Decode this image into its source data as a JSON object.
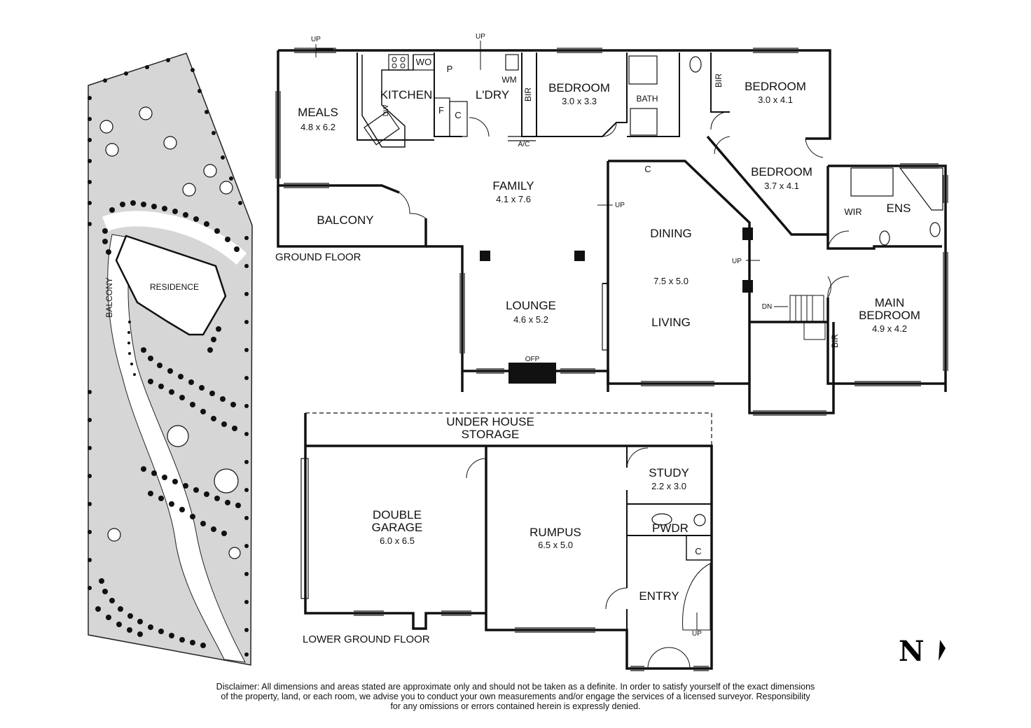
{
  "site_plan": {
    "residence_label": "RESIDENCE",
    "balcony_label": "BALCONY"
  },
  "ground_floor": {
    "floor_label": "GROUND FLOOR",
    "rooms": {
      "meals": {
        "name": "MEALS",
        "dim": "4.8 x 6.2"
      },
      "kitchen": {
        "name": "KITCHEN"
      },
      "laundry": {
        "name": "L'DRY"
      },
      "bedroom_2": {
        "name": "BEDROOM",
        "dim": "3.0 x 3.3"
      },
      "bath": {
        "name": "BATH"
      },
      "bedroom_3": {
        "name": "BEDROOM",
        "dim": "3.0 x 4.1"
      },
      "family": {
        "name": "FAMILY",
        "dim": "4.1 x 7.6"
      },
      "balcony": {
        "name": "BALCONY"
      },
      "dining": {
        "name": "DINING"
      },
      "dining_living_dim": "7.5 x 5.0",
      "living": {
        "name": "LIVING"
      },
      "bedroom_4": {
        "name": "BEDROOM",
        "dim": "3.7 x 4.1"
      },
      "wir": {
        "name": "WIR"
      },
      "ens": {
        "name": "ENS"
      },
      "lounge": {
        "name": "LOUNGE",
        "dim": "4.6 x 5.2"
      },
      "main_bedroom": {
        "name_line1": "MAIN",
        "name_line2": "BEDROOM",
        "dim": "4.9 x 4.2"
      }
    },
    "fixtures": {
      "wo": "WO",
      "p": "P",
      "f": "F",
      "c": "C",
      "dw": "DW",
      "wm": "WM",
      "bir": "BIR",
      "ac": "A/C",
      "ofp": "OFP",
      "up": "UP",
      "dn": "DN"
    }
  },
  "lower_ground_floor": {
    "floor_label": "LOWER GROUND FLOOR",
    "rooms": {
      "storage": {
        "name_line1": "UNDER HOUSE",
        "name_line2": "STORAGE"
      },
      "garage": {
        "name_line1": "DOUBLE",
        "name_line2": "GARAGE",
        "dim": "6.0 x 6.5"
      },
      "rumpus": {
        "name": "RUMPUS",
        "dim": "6.5 x 5.0"
      },
      "study": {
        "name": "STUDY",
        "dim": "2.2 x 3.0"
      },
      "pwdr": {
        "name": "PWDR"
      },
      "entry": {
        "name": "ENTRY"
      }
    },
    "fixtures": {
      "c": "C",
      "up": "UP"
    }
  },
  "compass": {
    "letter": "N"
  },
  "disclaimer": {
    "line1": "Disclaimer: All dimensions and areas stated are approximate only and should not be taken as a definite. In order to satisfy yourself of the exact dimensions",
    "line2": "of the property, land, or each room, we advise you to conduct your own measurements and/or engage the services of a licensed surveyor. Responsibility",
    "line3": "for any omissions or errors contained herein is expressly denied."
  }
}
